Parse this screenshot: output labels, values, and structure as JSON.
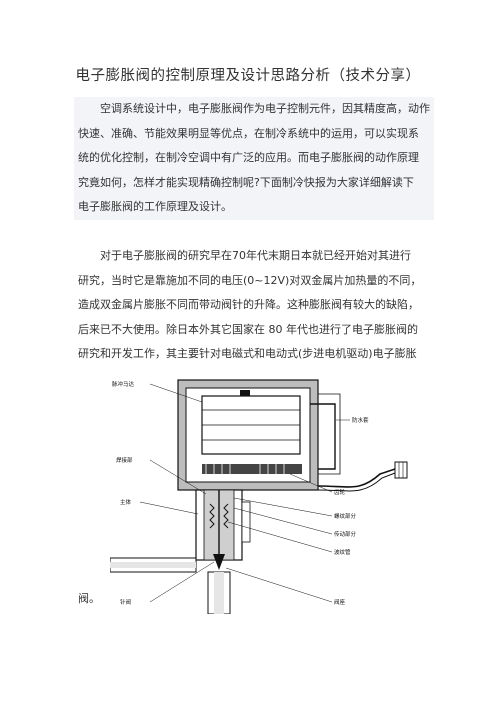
{
  "article": {
    "title": "电子膨胀阀的控制原理及设计思路分析（技术分享）",
    "paragraph1": [
      "空调系统设计中，电子膨胀阀作为电子控制元件，因其精度高，动作",
      "快速、准确、节能效果明显等优点，在制冷系统中的运用，可以实现系",
      "统的优化控制，在制冷空调中有广泛的应用。而电子膨胀阀的动作原理",
      "究竟如何，怎样才能实现精确控制呢?下面制冷快报为大家详细解读下",
      "电子膨胀阀的工作原理及设计。"
    ],
    "paragraph2": [
      "对于电子膨胀阀的研究早在70年代末期日本就已经开始对其进行",
      "研究，当时它是靠施加不同的电压(0~12V)对双金属片加热量的不同，",
      "造成双金属片膨胀不同而带动阀针的升降。这种膨胀阀有较大的缺陷，",
      "后来已不大使用。除日本外其它国家在 80 年代也进行了电子膨胀阀的",
      "研究和开发工作，其主要针对电磁式和电动式(步进电机驱动)电子膨胀"
    ],
    "tail": "阀。"
  },
  "figure": {
    "labels": {
      "motor": "脉冲马达",
      "waterproof": "防水套",
      "sealing": "焊接部",
      "body": "主体",
      "gear": "齿轮",
      "screw": "螺纹部分",
      "transmission": "传动部分",
      "bellows": "波纹管",
      "needle": "针阀",
      "seat": "阀座"
    }
  }
}
